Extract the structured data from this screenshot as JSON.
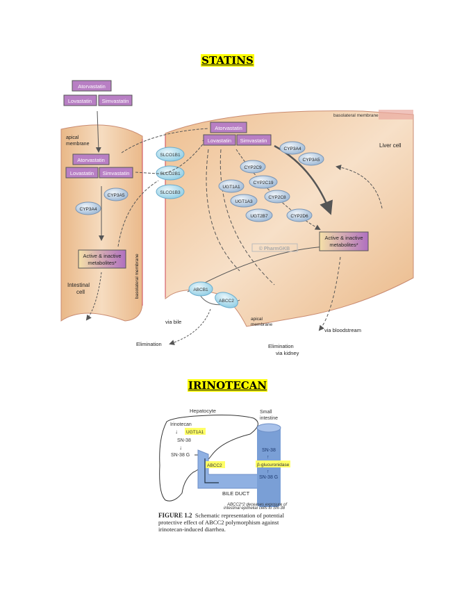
{
  "statins": {
    "heading": "STATINS",
    "drugs_outside": {
      "atorvastatin": "Atorvastatin",
      "lovastatin": "Lovastatin",
      "simvastatin": "Simvastatin"
    },
    "intestinal_cell": {
      "label_line1": "Intestinal",
      "label_line2": "cell",
      "apical_line1": "apical",
      "apical_line2": "membrane",
      "basolateral": "basolateral membrane",
      "drugs": {
        "atorvastatin": "Atorvastatin",
        "lovastatin": "Lovastatin",
        "simvastatin": "Simvastatin"
      },
      "enzymes": [
        "CYP3A5",
        "CYP3A4"
      ],
      "metabolites_line1": "Active & inactive",
      "metabolites_line2": "metabolites*"
    },
    "transporters": [
      "SLCO1B1",
      "SLCO2B1",
      "SLCO1B3"
    ],
    "liver_cell": {
      "label": "Liver cell",
      "basolateral": "basolateral membrane",
      "apical_line1": "apical",
      "apical_line2": "membrane",
      "drugs": {
        "atorvastatin": "Atorvastatin",
        "lovastatin": "Lovastatin",
        "simvastatin": "Simvastatin"
      },
      "enzymes": [
        "CYP3A4",
        "CYP3A5",
        "CYP2C9",
        "CYP2C19",
        "UGT1A1",
        "UGT1A3",
        "CYP2C8",
        "UGT2B7",
        "CYP2D6"
      ],
      "metabolites_line1": "Active & inactive",
      "metabolites_line2": "metabolites*",
      "efflux": [
        "ABCB1",
        "ABCC2"
      ],
      "watermark": "© PharmGKB"
    },
    "routes": {
      "via_bile": "via bile",
      "elimination_bile": "Elimination",
      "via_bloodstream": "via bloodstream",
      "elimination_kidney_line1": "Elimination",
      "elimination_kidney_line2": "via kidney"
    }
  },
  "irinotecan": {
    "heading": "IRINOTECAN",
    "hepatocyte": "Hepatocyte",
    "small_intestine_line1": "Small",
    "small_intestine_line2": "intestine",
    "irinotecan": "Irinotecan",
    "ugt": "UGT1A1",
    "sn38": "SN-38",
    "sn38g": "SN-38 G",
    "abcc2": "ABCC2",
    "bile_duct": "BILE DUCT",
    "intestine_sn38": "SN-38",
    "glucuronidase": "β-glucuronidase",
    "intestine_sn38g": "SN-38 G",
    "note_line1": "ABCC2*2 deceases exposure of",
    "note_line2": "intestinal epithelial cells to SN-38",
    "caption_label": "FIGURE 1.2",
    "caption_text": "Schematic representation of potential protective effect of ABCC2 polymorphism against irinotecan-induced diarrhea."
  },
  "colors": {
    "highlight": "#ffff00",
    "cell_fill": "#f2c9a0",
    "drug_box": "#b87fc4",
    "enzyme": "#c9dcec",
    "transporter": "#b9e0ee",
    "intestine_blue": "#7a9fd6"
  }
}
